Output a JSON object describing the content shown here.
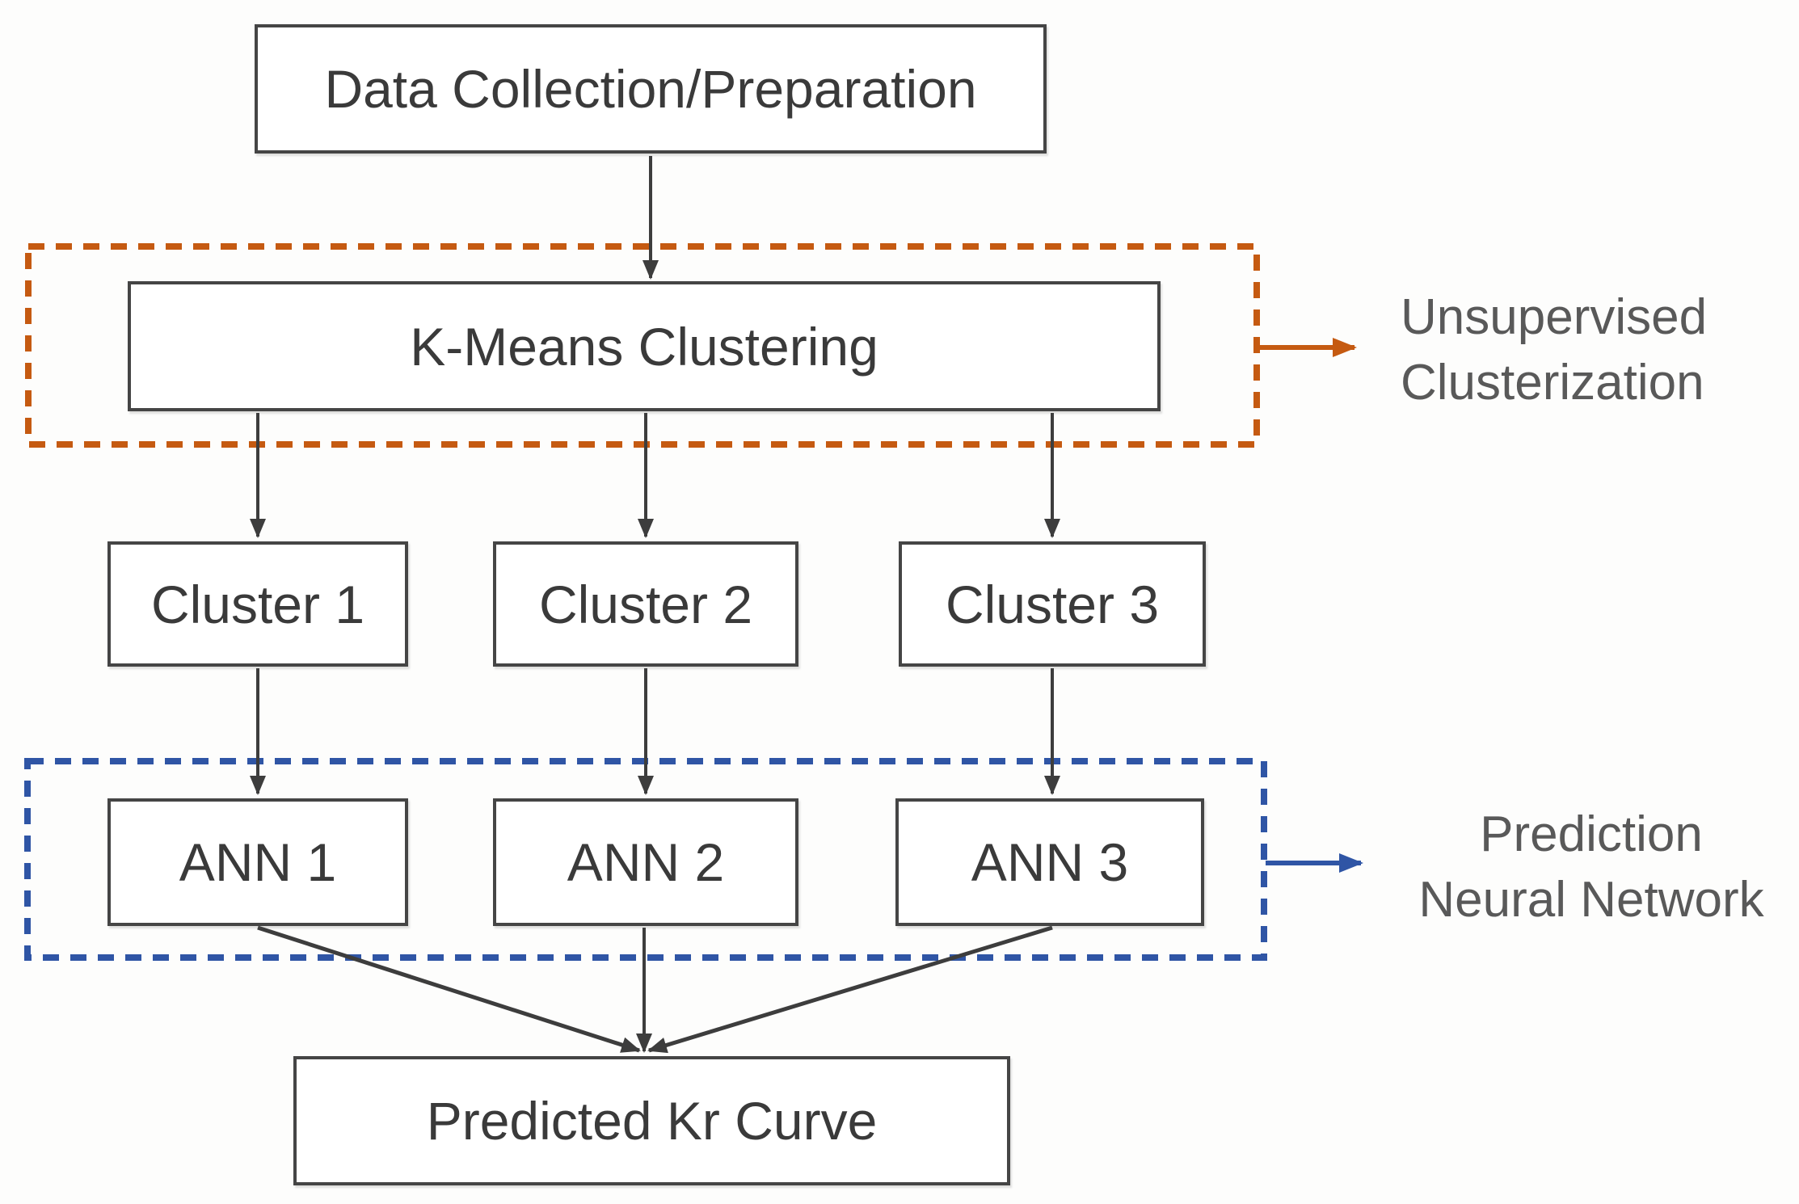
{
  "diagram": {
    "type": "flowchart",
    "nodes": {
      "data_collection": {
        "label": "Data Collection/Preparation"
      },
      "kmeans": {
        "label": "K-Means Clustering"
      },
      "cluster_1": {
        "label": "Cluster 1"
      },
      "cluster_2": {
        "label": "Cluster 2"
      },
      "cluster_3": {
        "label": "Cluster 3"
      },
      "ann_1": {
        "label": "ANN 1"
      },
      "ann_2": {
        "label": "ANN 2"
      },
      "ann_3": {
        "label": "ANN 3"
      },
      "predicted_kr": {
        "label": "Predicted Kr Curve"
      }
    },
    "annotations": {
      "unsupervised": {
        "line1": "Unsupervised",
        "line2": "Clusterization"
      },
      "prediction": {
        "line1": "Prediction",
        "line2": "Neural Network"
      }
    },
    "groups": [
      {
        "label": "Unsupervised Clusterization",
        "contains": [
          "K-Means Clustering"
        ],
        "border_style": "dashed",
        "accent": "#C55A11"
      },
      {
        "label": "Prediction Neural Network",
        "contains": [
          "ANN 1",
          "ANN 2",
          "ANN 3"
        ],
        "border_style": "dashed",
        "accent": "#2F55A5"
      }
    ],
    "edges": [
      {
        "from": "Data Collection/Preparation",
        "to": "K-Means Clustering"
      },
      {
        "from": "K-Means Clustering",
        "to": "Cluster 1"
      },
      {
        "from": "K-Means Clustering",
        "to": "Cluster 2"
      },
      {
        "from": "K-Means Clustering",
        "to": "Cluster 3"
      },
      {
        "from": "Cluster 1",
        "to": "ANN 1"
      },
      {
        "from": "Cluster 2",
        "to": "ANN 2"
      },
      {
        "from": "Cluster 3",
        "to": "ANN 3"
      },
      {
        "from": "ANN 1",
        "to": "Predicted Kr Curve"
      },
      {
        "from": "ANN 2",
        "to": "Predicted Kr Curve"
      },
      {
        "from": "ANN 3",
        "to": "Predicted Kr Curve"
      }
    ],
    "colors": {
      "background": "#FDFDFC",
      "node_fill": "#FFFFFF",
      "node_border": "#454545",
      "node_text": "#3A3A3A",
      "connector": "#3D3D3D",
      "side_label_text": "#595959",
      "unsupervised_accent": "#C55A11",
      "prediction_accent": "#2F55A5"
    }
  }
}
